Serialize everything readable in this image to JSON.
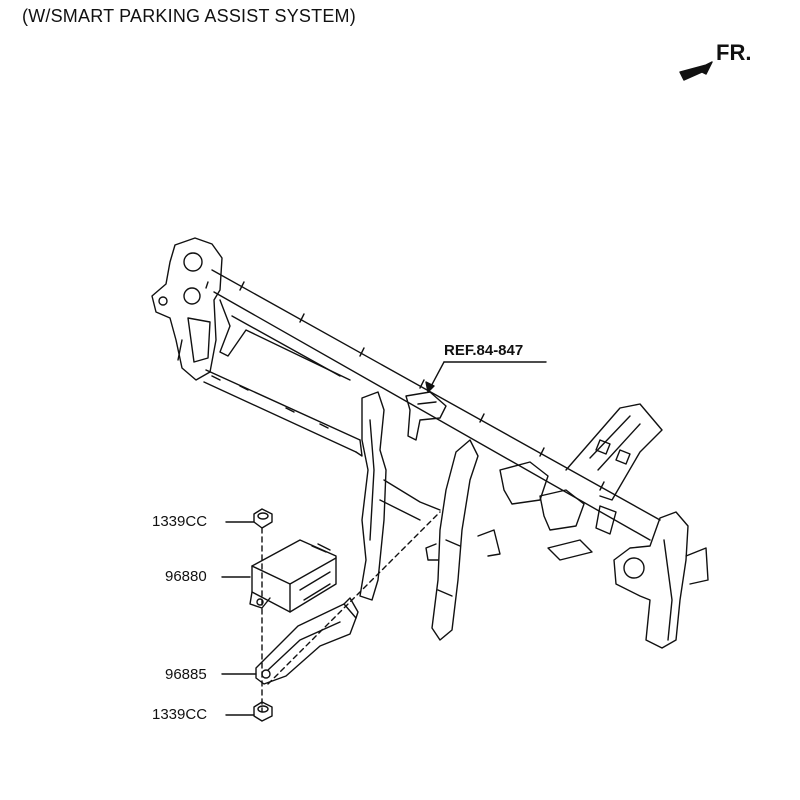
{
  "diagram": {
    "title": "(W/SMART PARKING ASSIST SYSTEM)",
    "direction_label": "FR.",
    "reference_label": "REF.84-847",
    "parts": [
      {
        "part_no": "1339CC"
      },
      {
        "part_no": "96880"
      },
      {
        "part_no": "96885"
      },
      {
        "part_no": "1339CC"
      }
    ],
    "colors": {
      "line": "#111111",
      "background": "#ffffff"
    }
  }
}
